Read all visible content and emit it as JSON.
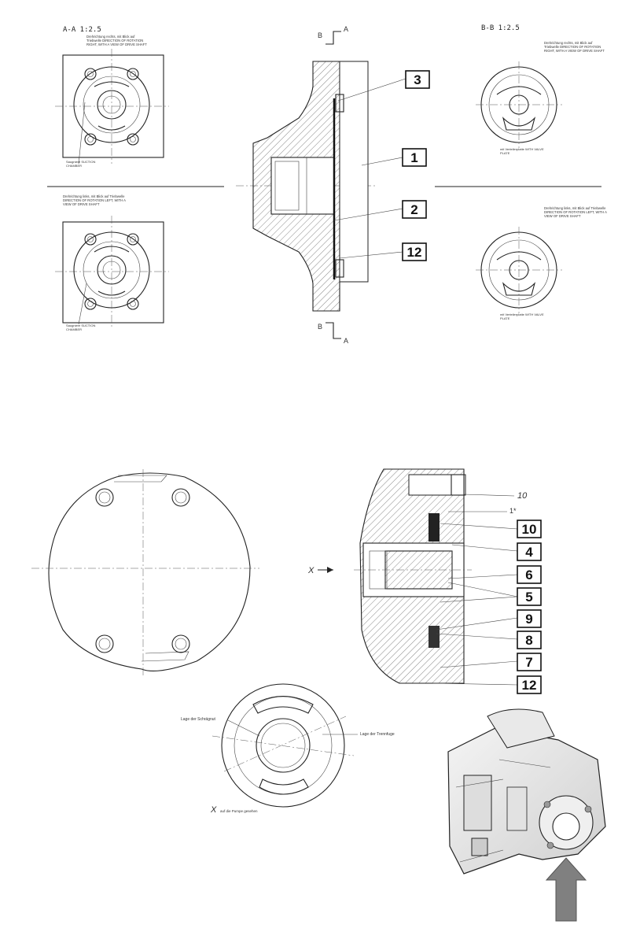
{
  "section_views": {
    "aa_title": "A-A 1:2.5",
    "bb_title": "B-B 1:2.5",
    "dir_right": "Drehrichtung rechts, mit Blick auf Triebwelle DIRECTION OF ROTATION RIGHT, WITH A VIEW OF DRIVE SHAFT",
    "dir_left": "Drehrichtung links, mit Blick auf Triebwelle DIRECTION OF ROTATION LEFT, WITH A VIEW OF DRIVE SHAFT",
    "suction": "Saugniere SUCTION CHAMBER",
    "valve_plate": "mit Verteilerplatte WITH VALVE PLATE"
  },
  "section_marks": {
    "b": "B",
    "a": "A"
  },
  "callouts_top": [
    "3",
    "1",
    "2",
    "12"
  ],
  "callouts_bottom": [
    "10",
    "4",
    "6",
    "5",
    "9",
    "8",
    "7",
    "12"
  ],
  "labels": {
    "x_arrow": "X",
    "ref_10": "10",
    "ref_1star": "1*",
    "note_left": "Lage der Schrägnut",
    "note_right": "Lage der Trennfuge",
    "x_caption_x": "X",
    "x_caption": "auf die Pumpe gesehen"
  },
  "colors": {
    "arrow_fill": "#808080",
    "line": "#222222"
  }
}
